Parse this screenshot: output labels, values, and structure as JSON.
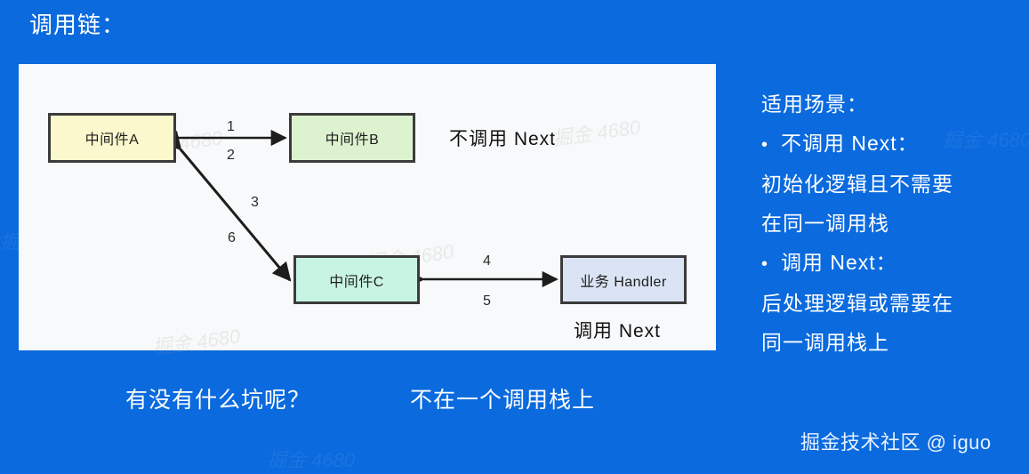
{
  "slide": {
    "title": "调用链：",
    "background_color": "#0a6ade",
    "panel_color": "#f8f9fa"
  },
  "diagram": {
    "nodes": [
      {
        "id": "middleware-a",
        "label": "中间件A",
        "color": "#fbf8cd"
      },
      {
        "id": "middleware-b",
        "label": "中间件B",
        "color": "#ddf3d0"
      },
      {
        "id": "middleware-c",
        "label": "中间件C",
        "color": "#c8f5e3"
      },
      {
        "id": "business-handler",
        "label": "业务 Handler",
        "color": "#dae4f4"
      }
    ],
    "edge_labels": {
      "a_to_b_forward": "1",
      "a_to_b_back": "2",
      "a_to_c_forward": "3",
      "a_to_c_back": "6",
      "c_to_handler_forward": "4",
      "c_to_handler_back": "5"
    },
    "captions": {
      "no_next": "不调用 Next",
      "next": "调用 Next"
    },
    "watermark_ghost": "掘金 4680"
  },
  "bottom": {
    "question": "有没有什么坑呢？",
    "answer": "不在一个调用栈上"
  },
  "notes": {
    "heading": "适用场景：",
    "bullet_char": "•",
    "items": [
      {
        "title": "不调用 Next：",
        "lines": [
          "初始化逻辑且不需要",
          "在同一调用栈"
        ]
      },
      {
        "title": "调用 Next：",
        "lines": [
          "后处理逻辑或需要在",
          "同一调用栈上"
        ]
      }
    ]
  },
  "watermark": {
    "text": "掘金技术社区 @ iguo"
  }
}
